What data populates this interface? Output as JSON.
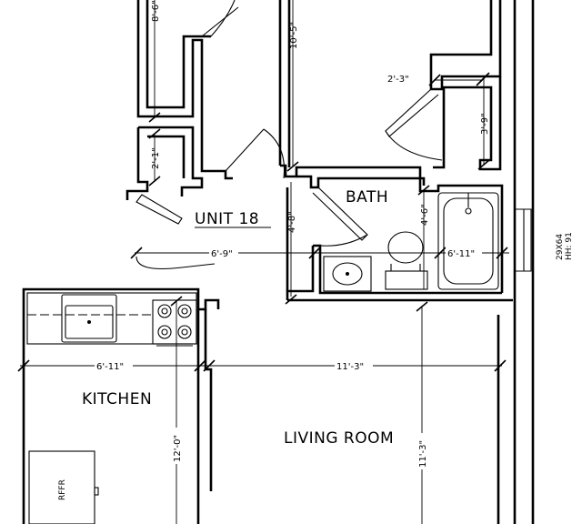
{
  "rooms": {
    "unit": "UNIT 18",
    "bath": "BATH",
    "kitchen": "KITCHEN",
    "living": "LIVING ROOM",
    "refrigerator": "RFFR"
  },
  "dimensions": {
    "top_left": "8'-6\"",
    "top_center": "10'-5\"",
    "closet_width": "2'-3\"",
    "closet_depth": "3'-9\"",
    "left_closet": "2'-1\"",
    "hall_height": "4'-8\"",
    "bath_height": "4'-6\"",
    "hall_width": "6'-9\"",
    "bath_width": "6'-11\"",
    "kitchen_width": "6'-11\"",
    "living_width": "11'-3\"",
    "kitchen_depth": "12'-0\"",
    "living_depth": "11'-3\""
  },
  "annotation": {
    "line1": "29X64",
    "line2": "HH: 91"
  }
}
